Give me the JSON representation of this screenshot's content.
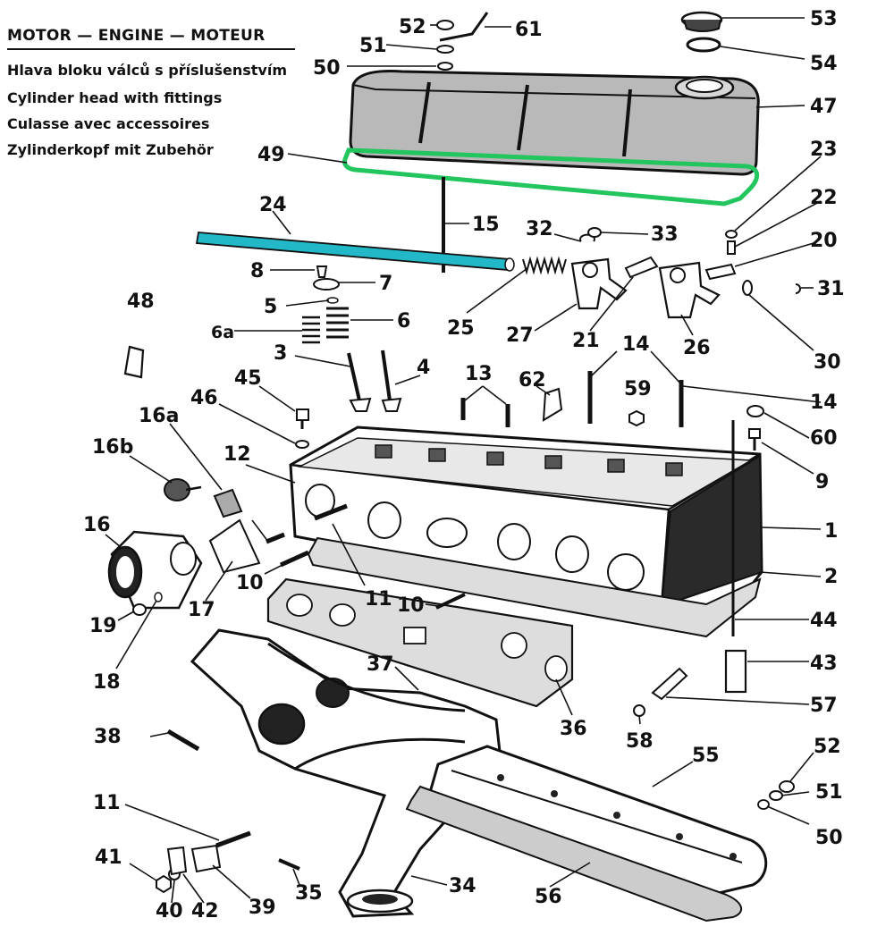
{
  "header": {
    "title": "MOTOR — ENGINE — MOTEUR",
    "captions": [
      "Hlava bloku válců s příslušenstvím",
      "Cylinder head with fittings",
      "Culasse avec accessoires",
      "Zylinderkopf mit Zubehör"
    ]
  },
  "colors": {
    "cover": "#b9b9b9",
    "gasket_highlight": "#22c55e",
    "shaft_highlight": "#22b8c8",
    "ink": "#111111"
  },
  "labels": {
    "l52a": "52",
    "l61": "61",
    "l51a": "51",
    "l50a": "50",
    "l53": "53",
    "l54": "54",
    "l47": "47",
    "l49": "49",
    "l23": "23",
    "l22": "22",
    "l20": "20",
    "l24": "24",
    "l15": "15",
    "l32": "32",
    "l33": "33",
    "l8": "8",
    "l7": "7",
    "l31": "31",
    "l48": "48",
    "l5": "5",
    "l6": "6",
    "l6a": "6a",
    "l25": "25",
    "l27": "27",
    "l21": "21",
    "l26": "26",
    "l30": "30",
    "l14a": "14",
    "l14b": "14",
    "l3": "3",
    "l4": "4",
    "l13": "13",
    "l62": "62",
    "l59": "59",
    "l45": "45",
    "l46": "46",
    "l16a": "16a",
    "l60": "60",
    "l16b": "16b",
    "l12": "12",
    "l9": "9",
    "l16": "16",
    "l1": "1",
    "l2": "2",
    "l10a": "10",
    "l11a": "11",
    "l10b": "10",
    "l19": "19",
    "l17": "17",
    "l44": "44",
    "l18": "18",
    "l37": "37",
    "l43": "43",
    "l57": "57",
    "l38": "38",
    "l36": "36",
    "l58": "58",
    "l55": "55",
    "l52b": "52",
    "l51b": "51",
    "l11b": "11",
    "l50b": "50",
    "l41": "41",
    "l35": "35",
    "l34": "34",
    "l56": "56",
    "l40": "40",
    "l42": "42",
    "l39": "39"
  }
}
